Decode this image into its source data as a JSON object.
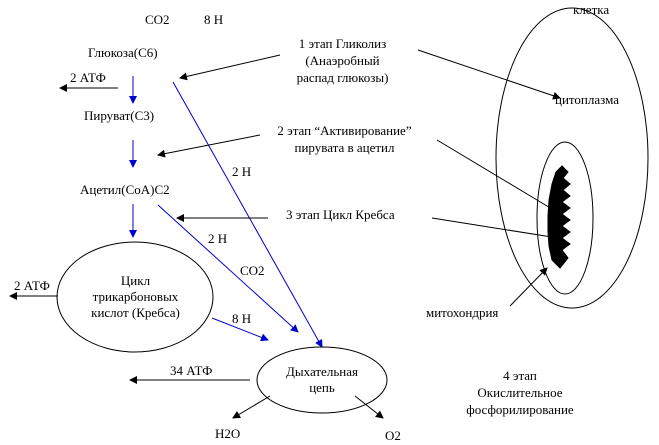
{
  "header": {
    "co2": "CO2",
    "h8": "8 Н"
  },
  "steps": {
    "glucose": "Глюкоза(C6)",
    "pyruvate": "Пируват(C3)",
    "acetyl": "Ацетил(CoA)C2",
    "krebs_cycle": [
      "Цикл",
      "трикарбоновых",
      "кислот (Кребса)"
    ],
    "resp_chain": [
      "Дыхательная",
      "цепь"
    ]
  },
  "outputs": {
    "atp1": "2 АТФ",
    "atp2": "2 АТФ",
    "atp3": "34 АТФ",
    "h2_a": "2 Н",
    "h2_b": "2 Н",
    "co2": "CO2",
    "h8": "8 Н",
    "h2o": "H2O",
    "o2": "O2"
  },
  "stages": {
    "stage1": [
      "1 этап Гликолиз",
      "(Анаэробный",
      "распад глюкозы)"
    ],
    "stage2": [
      "2 этап “Активирование”",
      "пирувата в ацетил"
    ],
    "stage3": "3 этап Цикл Кребса",
    "stage4": [
      "4 этап",
      "Окислительное",
      "фосфорилирование"
    ]
  },
  "cell": {
    "cell_label": "клетка",
    "cytoplasm_label": "цитоплазма",
    "mito_label": "митохондрия"
  },
  "colors": {
    "blue_arrow": "#0000cc",
    "black": "#000000"
  }
}
